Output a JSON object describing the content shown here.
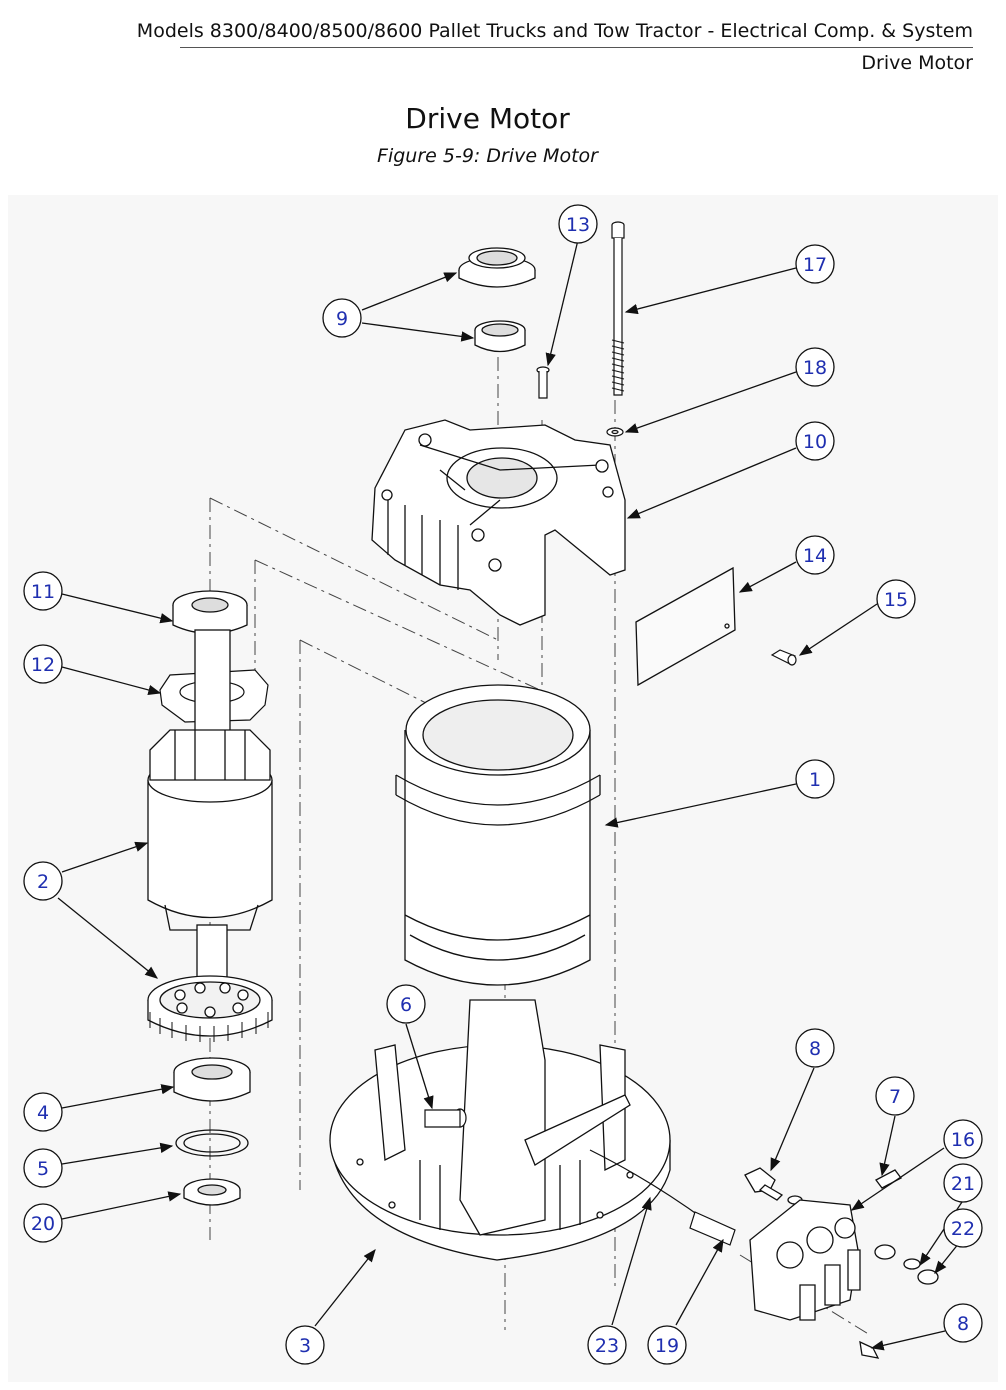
{
  "header": {
    "line1": "Models 8300/8400/8500/8600 Pallet Trucks and Tow Tractor - Electrical Comp. & System",
    "line2": "Drive Motor"
  },
  "title": "Drive Motor",
  "caption": "Figure 5-9: Drive Motor",
  "callouts": [
    "13",
    "17",
    "9",
    "18",
    "10",
    "11",
    "14",
    "15",
    "12",
    "1",
    "2",
    "6",
    "8",
    "7",
    "16",
    "4",
    "21",
    "5",
    "22",
    "20",
    "8",
    "3",
    "23",
    "19"
  ]
}
